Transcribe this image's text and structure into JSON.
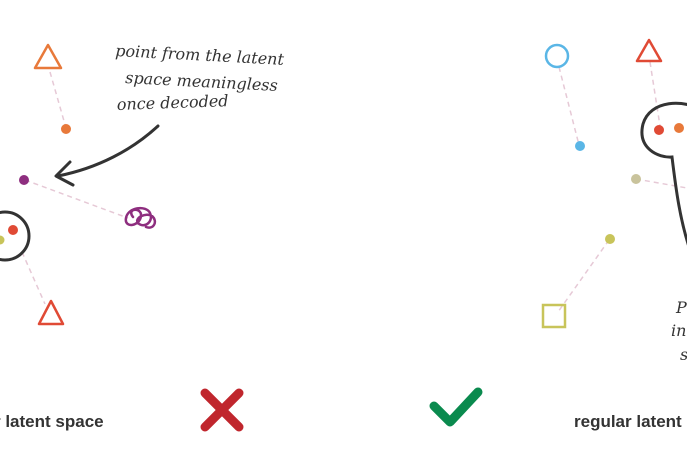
{
  "left_panel": {
    "caption": "r latent space",
    "annotation": [
      "point from the latent",
      "space meaningless",
      "once decoded"
    ]
  },
  "right_panel": {
    "caption": "regular latent",
    "partial_text": [
      "P",
      "in",
      "s"
    ]
  },
  "icons": {
    "left_verdict": "cross-icon",
    "right_verdict": "check-icon"
  },
  "colors": {
    "orange": "#e8793a",
    "red": "#e04a35",
    "purple": "#8e2e7f",
    "yellow_green": "#c8c45a",
    "blue": "#5ab6e6",
    "beige": "#c9c39c",
    "dashed_line": "#e6c9d6",
    "outline": "#333333",
    "cross": "#c0262d",
    "check": "#0a8a4e"
  }
}
